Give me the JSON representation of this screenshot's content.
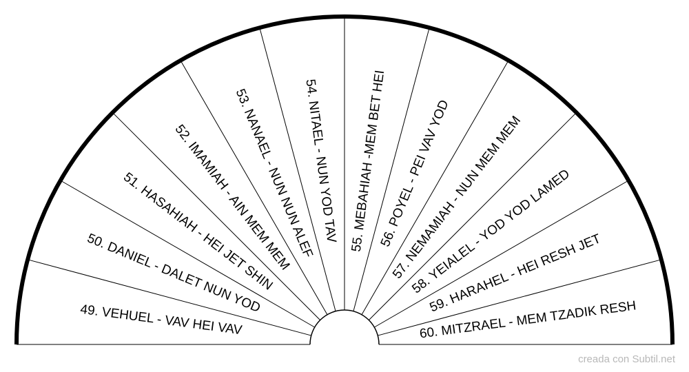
{
  "segments": [
    {
      "number": "49.",
      "name": "VEHUEL",
      "letters": "VAV HEI VAV",
      "label": "49. VEHUEL - VAV HEI VAV"
    },
    {
      "number": "50.",
      "name": "DANIEL",
      "letters": "DALET NUN YOD",
      "label": "50. DANIEL - DALET NUN YOD"
    },
    {
      "number": "51.",
      "name": "HASAHIAH",
      "letters": "HEI JET SHIN",
      "label": "51. HASAHIAH - HEI JET SHIN"
    },
    {
      "number": "52.",
      "name": "IMAMIAH",
      "letters": "AIN MEM MEM",
      "label": "52. IMAMIAH - AIN MEM MEM"
    },
    {
      "number": "53.",
      "name": "NANAEL",
      "letters": "NUN NUN ALEF",
      "label": "53. NANAEL - NUN NUN ALEF"
    },
    {
      "number": "54.",
      "name": "NITAEL",
      "letters": "NUN YOD TAV",
      "label": "54. NITAEL - NUN YOD TAV"
    },
    {
      "number": "55.",
      "name": "MEBAHIAH",
      "letters": "MEM BET HEI",
      "label": "55. MEBAHIAH -MEM BET HEI"
    },
    {
      "number": "56.",
      "name": "POYEL",
      "letters": "PEI VAV YOD",
      "label": "56. POYEL - PEI VAV YOD"
    },
    {
      "number": "57.",
      "name": "NEMAMIAH",
      "letters": "NUN MEM MEM",
      "label": "57. NEMAMIAH - NUN MEM MEM"
    },
    {
      "number": "58.",
      "name": "YEIALEL",
      "letters": "YOD YOD LAMED",
      "label": "58. YEIALEL - YOD YOD LAMED"
    },
    {
      "number": "59.",
      "name": "HARAHEL",
      "letters": "HEI RESH JET",
      "label": "59. HARAHEL - HEI RESH JET"
    },
    {
      "number": "60.",
      "name": "MITZRAEL",
      "letters": "MEM TZADIK RESH",
      "label": "60. MITZRAEL - MEM TZADIK RESH"
    }
  ],
  "credit": "creada con Subtil.net",
  "colors": {
    "stroke": "#000000",
    "credit": "#b8b8b8"
  }
}
